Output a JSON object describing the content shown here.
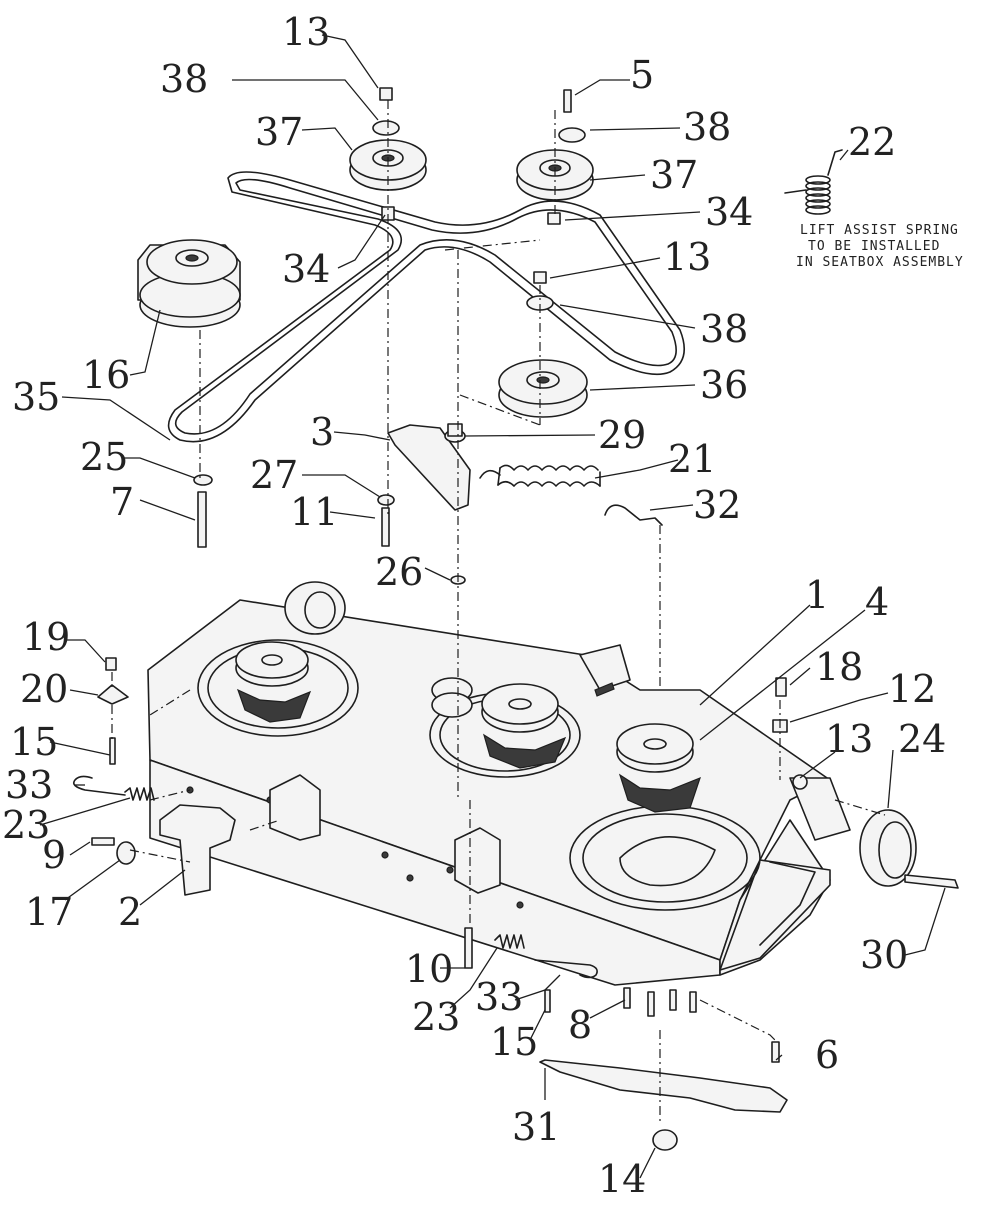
{
  "callouts": [
    "13",
    "38",
    "37",
    "5",
    "38",
    "37",
    "34",
    "22",
    "34",
    "13",
    "38",
    "16",
    "36",
    "35",
    "3",
    "29",
    "21",
    "25",
    "27",
    "7",
    "11",
    "32",
    "26",
    "1",
    "4",
    "19",
    "18",
    "20",
    "12",
    "15",
    "13",
    "24",
    "33",
    "23",
    "9",
    "17",
    "2",
    "30",
    "10",
    "23",
    "33",
    "8",
    "15",
    "6",
    "31",
    "14"
  ],
  "note": {
    "line1": "LIFT ASSIST SPRING",
    "line2": "TO BE INSTALLED",
    "line3": "IN SEATBOX ASSEMBLY"
  }
}
